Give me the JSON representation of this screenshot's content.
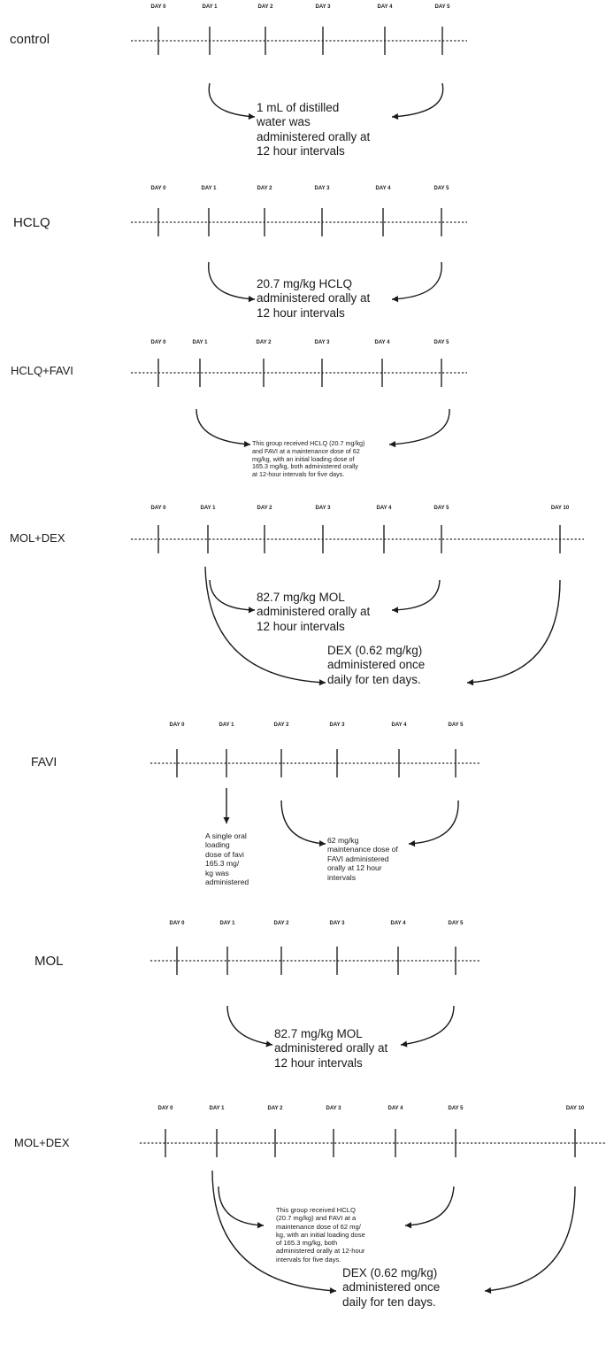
{
  "panels": [
    {
      "label": "control",
      "days": [
        "DAY 0",
        "DAY 1",
        "DAY 2",
        "DAY 3",
        "DAY 4",
        "DAY 5"
      ],
      "annotations": [
        {
          "lines": [
            "1 mL of distilled",
            "water was",
            "administered orally at",
            "12 hour intervals"
          ]
        }
      ]
    },
    {
      "label": "HCLQ",
      "days": [
        "DAY 0",
        "DAY 1",
        "DAY 2",
        "DAY 3",
        "DAY 4",
        "DAY 5"
      ],
      "annotations": [
        {
          "lines": [
            "20.7 mg/kg HCLQ",
            "administered orally at",
            "12 hour intervals"
          ]
        }
      ]
    },
    {
      "label": "HCLQ+FAVI",
      "days": [
        "DAY 0",
        "DAY 1",
        "DAY 2",
        "DAY 3",
        "DAY 4",
        "DAY 5"
      ],
      "annotations": [
        {
          "lines": [
            "This group received HCLQ (20.7 mg/kg)",
            "and FAVI at a maintenance dose of 62",
            "mg/kg, with an initial loading dose of",
            "165.3 mg/kg, both administered orally",
            "at 12-hour intervals for five days."
          ]
        }
      ]
    },
    {
      "label": "MOL+DEX",
      "days": [
        "DAY 0",
        "DAY 1",
        "DAY 2",
        "DAY 3",
        "DAY 4",
        "DAY 5",
        "DAY 10"
      ],
      "annotations": [
        {
          "lines": [
            "82.7 mg/kg MOL",
            "administered orally at",
            "12 hour intervals"
          ]
        },
        {
          "lines": [
            "DEX (0.62 mg/kg)",
            "administered once",
            "daily for ten days."
          ]
        }
      ]
    },
    {
      "label": "FAVI",
      "days": [
        "DAY 0",
        "DAY 1",
        "DAY 2",
        "DAY 3",
        "DAY 4",
        "DAY 5"
      ],
      "annotations": [
        {
          "lines": [
            "A single oral",
            "loading",
            "dose of favi",
            "165.3 mg/",
            "kg was",
            "administered"
          ]
        },
        {
          "lines": [
            "62 mg/kg",
            "maintenance dose of",
            "FAVI administered",
            "orally at 12 hour",
            "intervals"
          ]
        }
      ]
    },
    {
      "label": "MOL",
      "days": [
        "DAY 0",
        "DAY 1",
        "DAY 2",
        "DAY 3",
        "DAY 4",
        "DAY 5"
      ],
      "annotations": [
        {
          "lines": [
            "82.7 mg/kg MOL",
            "administered orally at",
            "12 hour intervals"
          ]
        }
      ]
    },
    {
      "label": "MOL+DEX",
      "days": [
        "DAY 0",
        "DAY 1",
        "DAY 2",
        "DAY 3",
        "DAY 4",
        "DAY 5",
        "DAY 10"
      ],
      "annotations": [
        {
          "lines": [
            "This group received HCLQ",
            "(20.7 mg/kg) and FAVI at a",
            "maintenance dose of 62 mg/",
            "kg, with an initial loading dose",
            "of 165.3 mg/kg, both",
            "administered orally at 12-hour",
            "intervals for five days."
          ]
        },
        {
          "lines": [
            "DEX (0.62 mg/kg)",
            "administered once",
            "daily for ten days."
          ]
        }
      ]
    }
  ]
}
